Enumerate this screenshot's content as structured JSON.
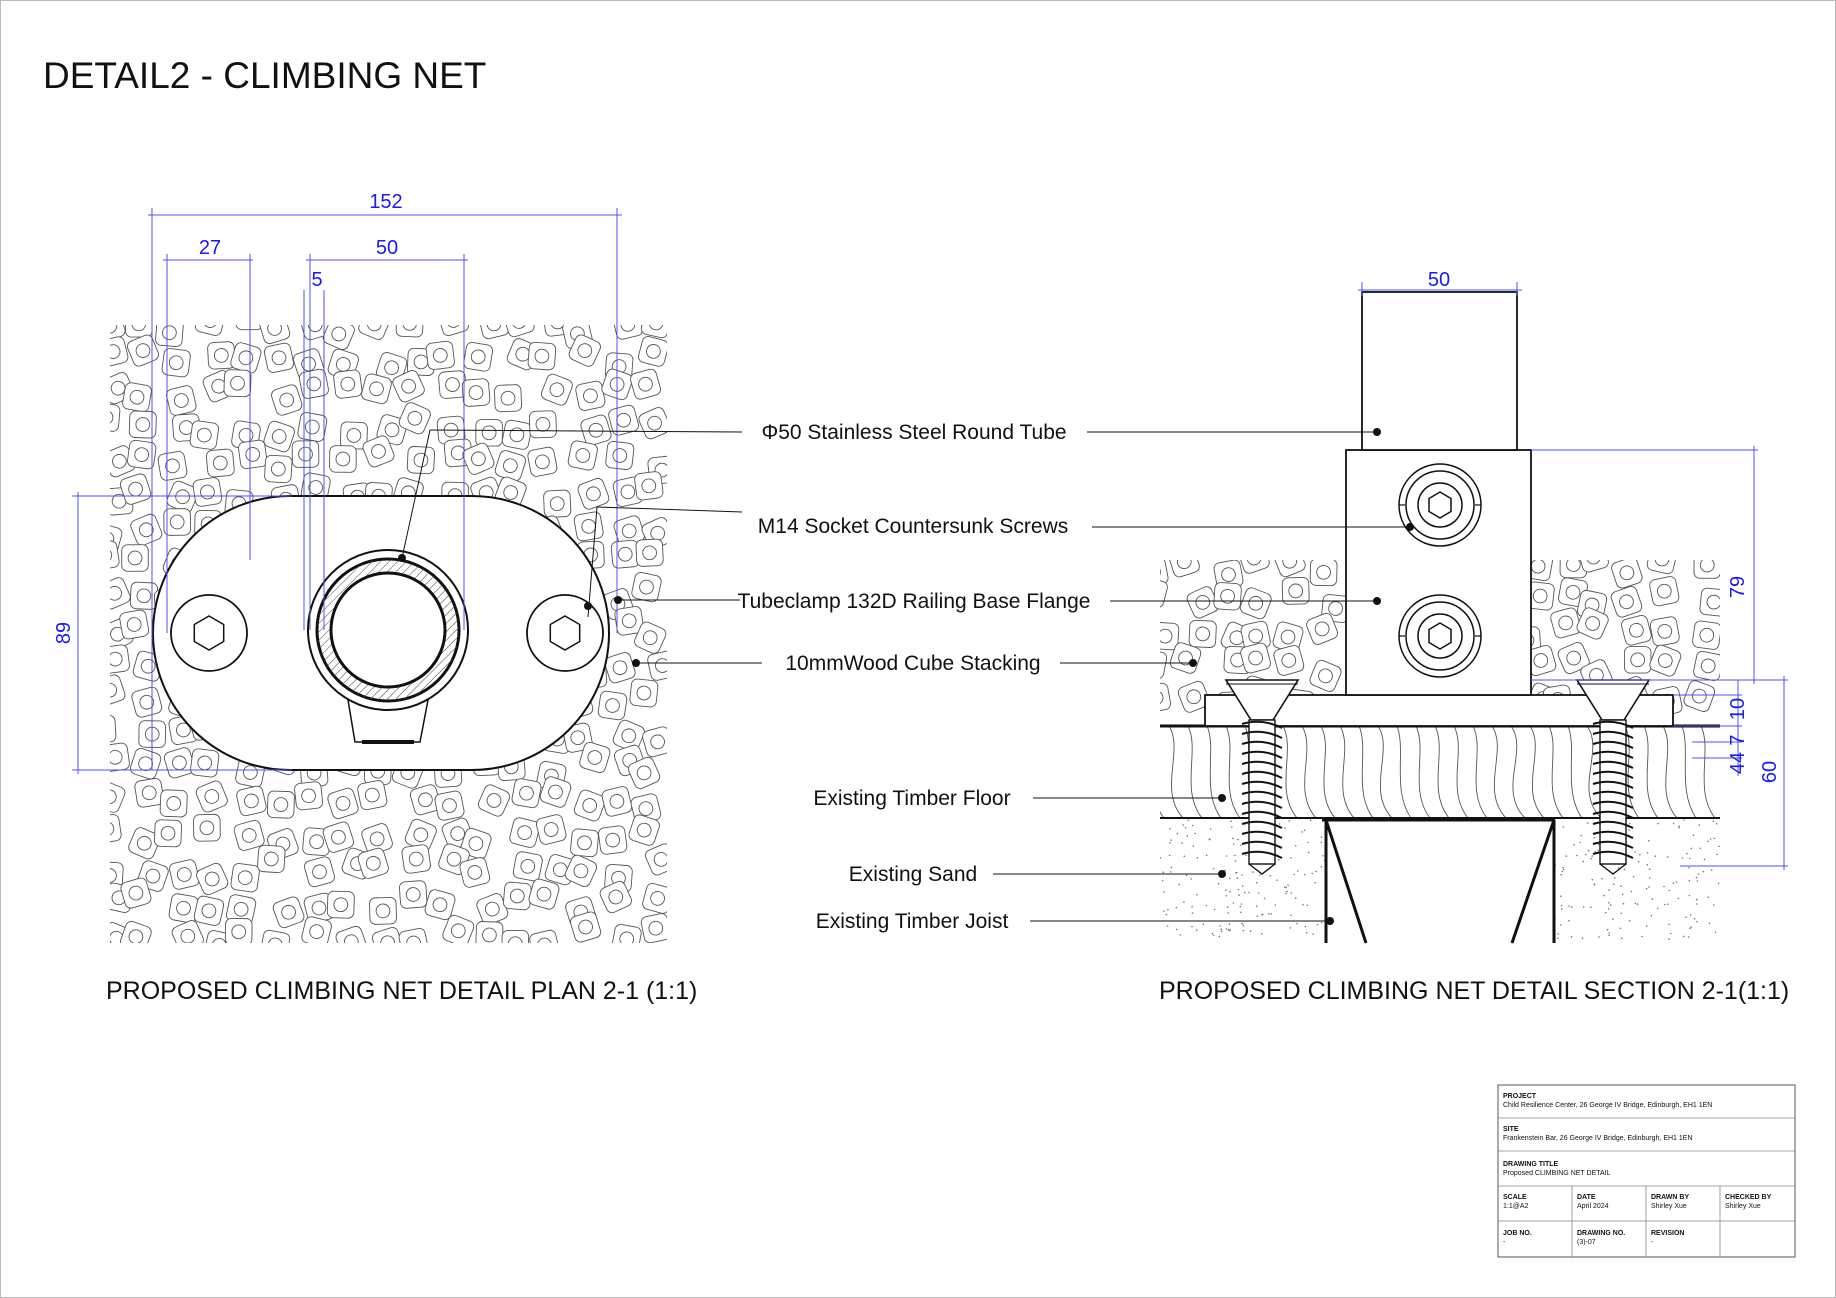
{
  "title": "DETAIL2 - CLIMBING NET",
  "plan": {
    "caption": "PROPOSED CLIMBING NET DETAIL PLAN 2-1 (1:1)",
    "dims": {
      "overall": "152",
      "bolt": "27",
      "tube": "50",
      "wall": "5",
      "height": "89"
    }
  },
  "section": {
    "caption": "PROPOSED CLIMBING NET DETAIL SECTION 2-1(1:1)",
    "dims": {
      "tube": "50",
      "clamp": "79",
      "d10": "10",
      "d7": "7",
      "d44": "44",
      "d60": "60"
    }
  },
  "labels": {
    "tube": "Φ50 Stainless Steel Round Tube",
    "screws": "M14  Socket Countersunk Screws",
    "flange": "Tubeclamp 132D Railing Base Flange",
    "cubes": "10mmWood Cube Stacking",
    "floor": "Existing Timber Floor",
    "sand": "Existing Sand",
    "joist": "Existing Timber Joist"
  },
  "title_block": {
    "project_label": "PROJECT",
    "project_value": "Child Resilience Center, 26 George IV Bridge, Edinburgh, EH1 1EN",
    "site_label": "SITE",
    "site_value": "Frankenstein Bar, 26 George IV Bridge, Edinburgh, EH1 1EN",
    "drawing_title_label": "DRAWING TITLE",
    "drawing_title_value": "Proposed CLIMBING NET DETAIL",
    "scale_label": "SCALE",
    "scale_value": "1:1@A2",
    "date_label": "DATE",
    "date_value": "April 2024",
    "drawn_by_label": "DRAWN BY",
    "drawn_by_value": "Shirley Xue",
    "checked_by_label": "CHECKED BY",
    "checked_by_value": "Shirley Xue",
    "job_no_label": "JOB NO.",
    "job_no_value": "-",
    "drawing_no_label": "DRAWING NO.",
    "drawing_no_value": "(3)-07",
    "revision_label": "REVISION",
    "revision_value": "-"
  }
}
